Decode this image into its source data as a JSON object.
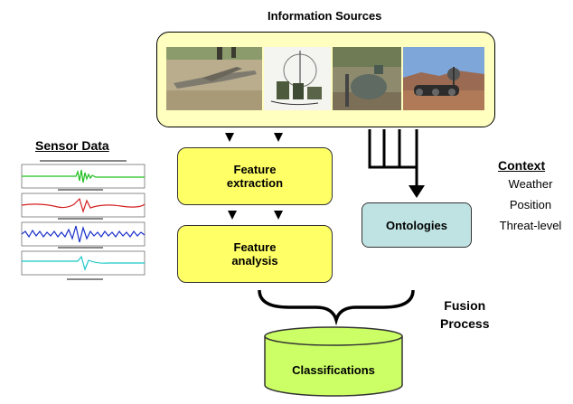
{
  "heading": "Information Sources",
  "nodes": {
    "feature_extraction": "Feature\nextraction",
    "feature_analysis": "Feature\nanalysis",
    "ontologies": "Ontologies",
    "classifications": "Classifications"
  },
  "sensor": {
    "title": "Sensor Data",
    "trace_colors": [
      "#1fbf1f",
      "#d42020",
      "#1a2fcc",
      "#19c8c8"
    ]
  },
  "context": {
    "title": "Context",
    "items": [
      "Weather",
      "Position",
      "Threat-level"
    ]
  },
  "fusion": {
    "line1": "Fusion",
    "line2": "Process"
  },
  "colors": {
    "sources_fill": "#ffffbf",
    "node_yellow": "#ffff66",
    "node_teal": "#bfe3e3",
    "cylinder_green": "#ccff66"
  },
  "photos": [
    "uav-aircraft",
    "radio-equipment",
    "ground-sensor",
    "robot-vehicle"
  ]
}
